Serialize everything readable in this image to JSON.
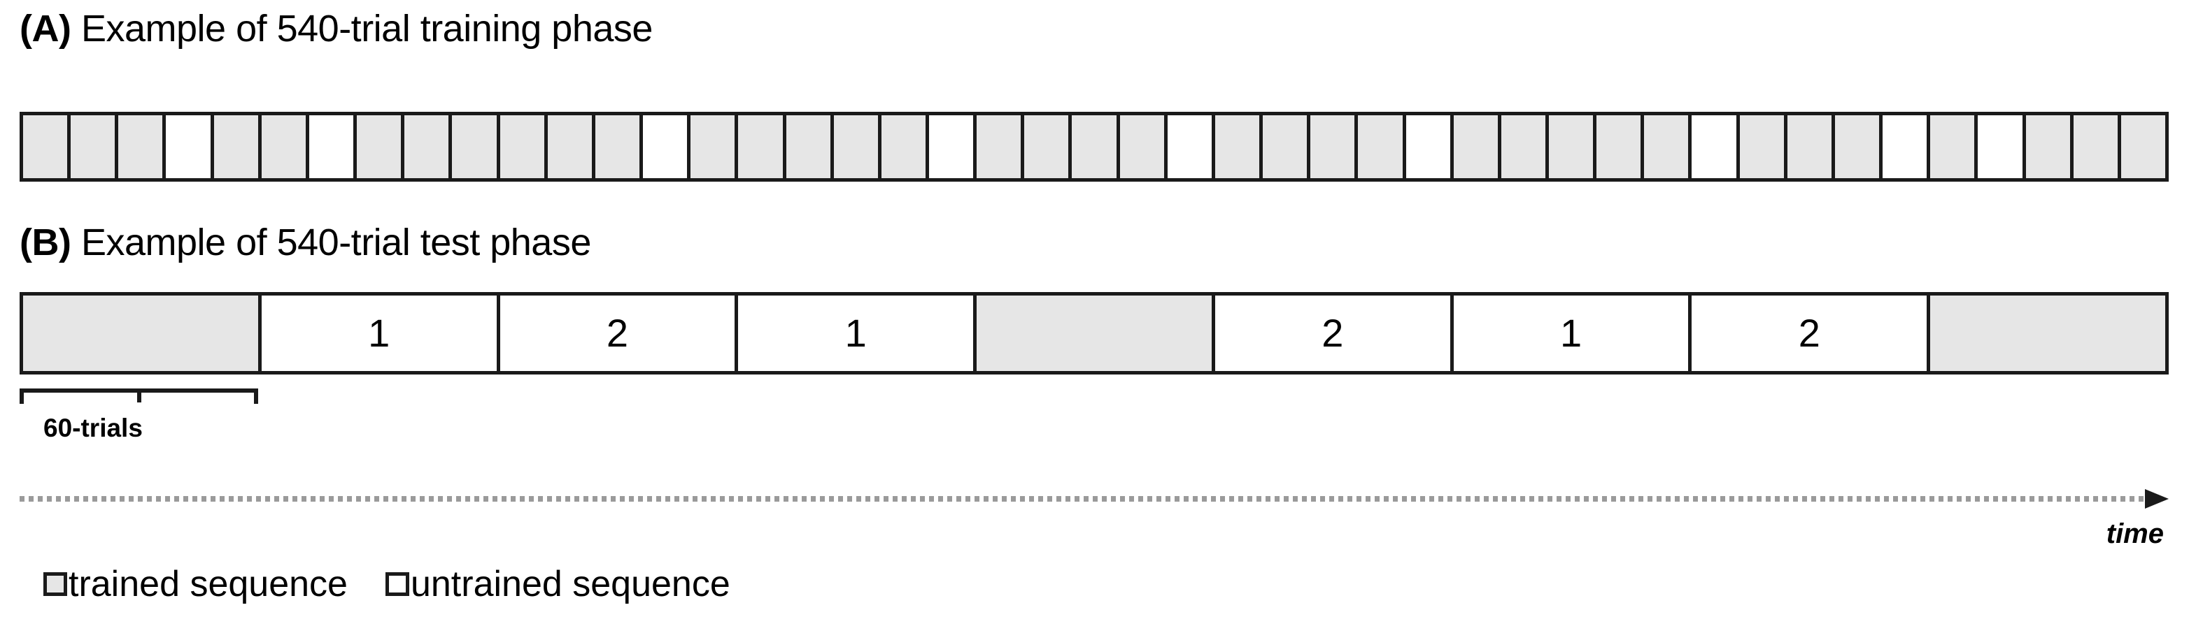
{
  "figure": {
    "panel_a": {
      "tag": "(A)",
      "title": " Example of 540-trial training phase",
      "bar_name": "training-phase-bar"
    },
    "panel_b": {
      "tag": "(B)",
      "title": " Example of 540-trial test phase",
      "bar_name": "test-phase-bar"
    },
    "scale": {
      "bracket_label": "60-trials"
    },
    "time_axis": {
      "label": "time",
      "icon": "arrow-right-icon"
    },
    "legend": {
      "items": [
        {
          "label": "trained sequence",
          "swatch": "trained",
          "color": "#e6e6e6"
        },
        {
          "label": "untrained sequence",
          "swatch": "untrained",
          "color": "#ffffff"
        }
      ]
    }
  },
  "chart_data": {
    "type": "bar",
    "title": "Example of 540-trial training phase / test phase",
    "xlabel": "time",
    "ylabel": "",
    "grid": false,
    "legend_position": "bottom-left",
    "colors": {
      "trained": "#e6e6e6",
      "untrained": "#ffffff",
      "outline": "#1a1a1a"
    },
    "panels": [
      {
        "id": "A",
        "title": "Example of 540-trial training phase",
        "block_count": 45,
        "block_trials": 12,
        "total_trials": 540,
        "categories": [
          "trained",
          "untrained"
        ],
        "sequence": [
          "trained",
          "trained",
          "trained",
          "untrained",
          "trained",
          "trained",
          "untrained",
          "trained",
          "trained",
          "trained",
          "trained",
          "trained",
          "trained",
          "untrained",
          "trained",
          "trained",
          "trained",
          "trained",
          "trained",
          "untrained",
          "trained",
          "trained",
          "trained",
          "trained",
          "untrained",
          "trained",
          "trained",
          "trained",
          "trained",
          "untrained",
          "trained",
          "trained",
          "trained",
          "trained",
          "trained",
          "untrained",
          "trained",
          "trained",
          "trained",
          "untrained",
          "trained",
          "untrained",
          "trained",
          "trained",
          "trained"
        ]
      },
      {
        "id": "B",
        "title": "Example of 540-trial test phase",
        "block_count": 9,
        "block_trials": 60,
        "total_trials": 540,
        "categories": [
          "trained",
          "untrained"
        ],
        "sequence": [
          {
            "type": "trained",
            "label": ""
          },
          {
            "type": "untrained",
            "label": "1"
          },
          {
            "type": "untrained",
            "label": "2"
          },
          {
            "type": "untrained",
            "label": "1"
          },
          {
            "type": "trained",
            "label": ""
          },
          {
            "type": "untrained",
            "label": "2"
          },
          {
            "type": "untrained",
            "label": "1"
          },
          {
            "type": "untrained",
            "label": "2"
          },
          {
            "type": "trained",
            "label": ""
          }
        ]
      }
    ]
  }
}
